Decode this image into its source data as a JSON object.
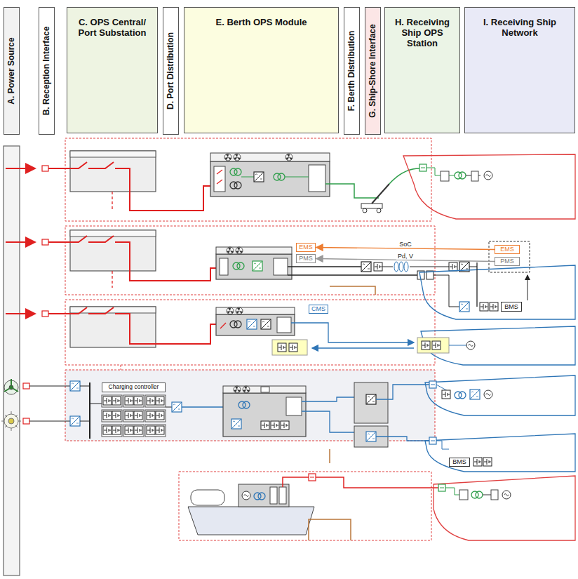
{
  "diagram": {
    "nodes": [
      {
        "text": [
          "A. Power Source"
        ]
      },
      {
        "text": [
          "B. Reception Interface"
        ]
      },
      {
        "text": [
          "C. OPS Central/ Port Substation"
        ]
      },
      {
        "text": [
          "D. Port Distribution"
        ]
      },
      {
        "text": [
          "E. Berth OPS Module"
        ]
      },
      {
        "text": [
          "F. Berth Distribution"
        ]
      },
      {
        "text": [
          "G. Ship-Shore Interface"
        ]
      },
      {
        "text": [
          "H. Receiving Ship OPS Station"
        ]
      },
      {
        "text": [
          "I. Receiving Ship Network"
        ]
      },
      {
        "text": [
          "EMS"
        ]
      },
      {
        "text": [
          "PMS"
        ]
      },
      {
        "text": [
          "EMS"
        ]
      },
      {
        "text": [
          "PMS"
        ]
      },
      {
        "text": [
          "BMS"
        ]
      },
      {
        "text": [
          "CMS"
        ]
      },
      {
        "text": [
          "Charging controller"
        ]
      },
      {
        "text": [
          "BMS"
        ]
      }
    ],
    "edges": [
      {
        "from": 11,
        "to": 9,
        "label": "SoC",
        "arrow": "to"
      },
      {
        "from": 12,
        "to": 10,
        "label": "Pd, V",
        "arrow": "to"
      }
    ]
  }
}
